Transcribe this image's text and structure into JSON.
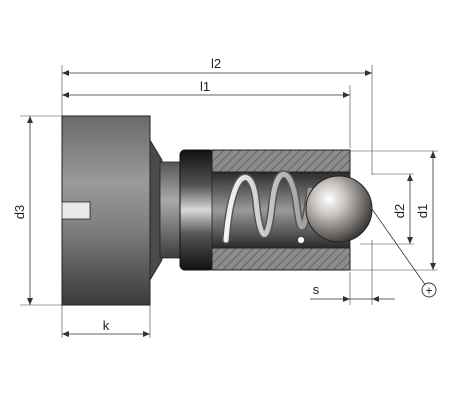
{
  "labels": {
    "l2": "l2",
    "l1": "l1",
    "d3": "d3",
    "d2": "d2",
    "d1": "d1",
    "k": "k",
    "s": "s",
    "plus": "+"
  }
}
